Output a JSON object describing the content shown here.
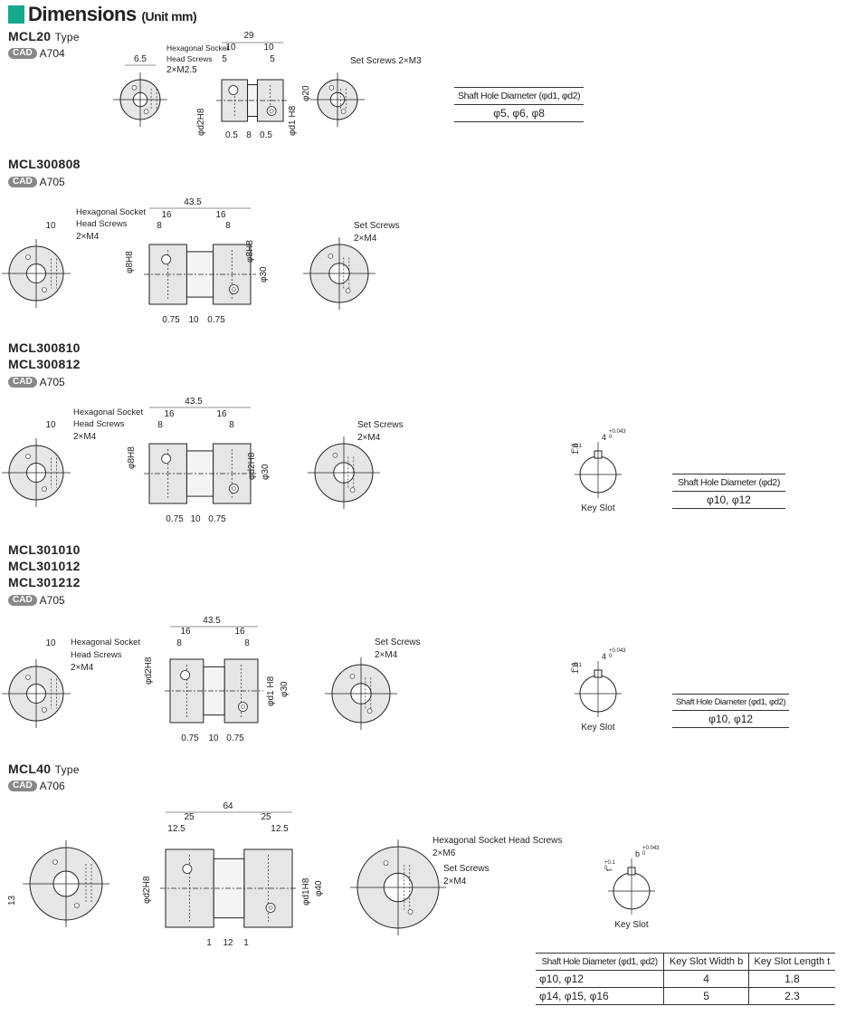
{
  "header": {
    "title": "Dimensions",
    "unit": "(Unit mm)",
    "accent_color": "#18a88a"
  },
  "sections": [
    {
      "models": [
        "MCL20"
      ],
      "suffix": "Type",
      "cad": "CAD",
      "cad_code": "A704",
      "labels": {
        "hex": [
          "Hexagonal Socket",
          "Head Screws",
          "2×M2.5"
        ],
        "set": [
          "Set Screws 2×M3"
        ],
        "dims": [
          "29",
          "10",
          "10",
          "5",
          "5",
          "6.5",
          "φ20",
          "φd2H8",
          "φd1 H8",
          "0.5",
          "8",
          "0.5"
        ]
      }
    },
    {
      "models": [
        "MCL300808"
      ],
      "suffix": "",
      "cad": "CAD",
      "cad_code": "A705",
      "labels": {
        "hex": [
          "Hexagonal Socket",
          "Head Screws",
          "2×M4"
        ],
        "set": [
          "Set Screws",
          "2×M4"
        ],
        "dims": [
          "43.5",
          "16",
          "16",
          "8",
          "8",
          "10",
          "φ8H8",
          "φ8H8",
          "φ30",
          "0.75",
          "10",
          "0.75"
        ]
      }
    },
    {
      "models": [
        "MCL300810",
        "MCL300812"
      ],
      "suffix": "",
      "cad": "CAD",
      "cad_code": "A705",
      "labels": {
        "hex": [
          "Hexagonal Socket",
          "Head Screws",
          "2×M4"
        ],
        "set": [
          "Set Screws",
          "2×M4"
        ],
        "dims": [
          "43.5",
          "16",
          "16",
          "8",
          "8",
          "10",
          "φ8H8",
          "φd2H8",
          "φ30",
          "0.75",
          "10",
          "0.75"
        ],
        "key": [
          "1.8",
          "+0.1",
          "0",
          "4",
          "+0.043",
          "0",
          "Key Slot"
        ]
      }
    },
    {
      "models": [
        "MCL301010",
        "MCL301012",
        "MCL301212"
      ],
      "suffix": "",
      "cad": "CAD",
      "cad_code": "A705",
      "labels": {
        "hex": [
          "Hexagonal Socket",
          "Head Screws",
          "2×M4"
        ],
        "set": [
          "Set Screws",
          "2×M4"
        ],
        "dims": [
          "43.5",
          "16",
          "16",
          "8",
          "8",
          "10",
          "φd2H8",
          "φd1 H8",
          "φ30",
          "0.75",
          "10",
          "0.75"
        ],
        "key": [
          "1.8",
          "+0.1",
          "0",
          "4",
          "+0.043",
          "0",
          "Key Slot"
        ]
      }
    },
    {
      "models": [
        "MCL40"
      ],
      "suffix": "Type",
      "cad": "CAD",
      "cad_code": "A706",
      "labels": {
        "hex": [
          "Hexagonal Socket Head Screws",
          "2×M6"
        ],
        "set": [
          "Set Screws",
          "2×M4"
        ],
        "dims": [
          "64",
          "25",
          "25",
          "12.5",
          "12.5",
          "13",
          "φd2H8",
          "φd1H8",
          "φ40",
          "1",
          "12",
          "1"
        ],
        "key": [
          "t",
          "+0.1",
          "0",
          "b",
          "+0.043",
          "0",
          "Key Slot"
        ]
      }
    }
  ],
  "tables": {
    "t1": {
      "headers": [
        "Shaft Hole Diameter (φd1, φd2)"
      ],
      "rows": [
        [
          "φ5, φ6, φ8"
        ]
      ]
    },
    "t2": {
      "headers": [
        "Shaft Hole Diameter (φd2)"
      ],
      "rows": [
        [
          "φ10, φ12"
        ]
      ]
    },
    "t3": {
      "headers": [
        "Shaft Hole Diameter (φd1, φd2)"
      ],
      "rows": [
        [
          "φ10, φ12"
        ]
      ]
    },
    "t4": {
      "headers": [
        "Shaft Hole Diameter (φd1, φd2)",
        "Key Slot Width b",
        "Key Slot Length t"
      ],
      "rows": [
        [
          "φ10, φ12",
          "4",
          "1.8"
        ],
        [
          "φ14, φ15, φ16",
          "5",
          "2.3"
        ]
      ]
    }
  }
}
